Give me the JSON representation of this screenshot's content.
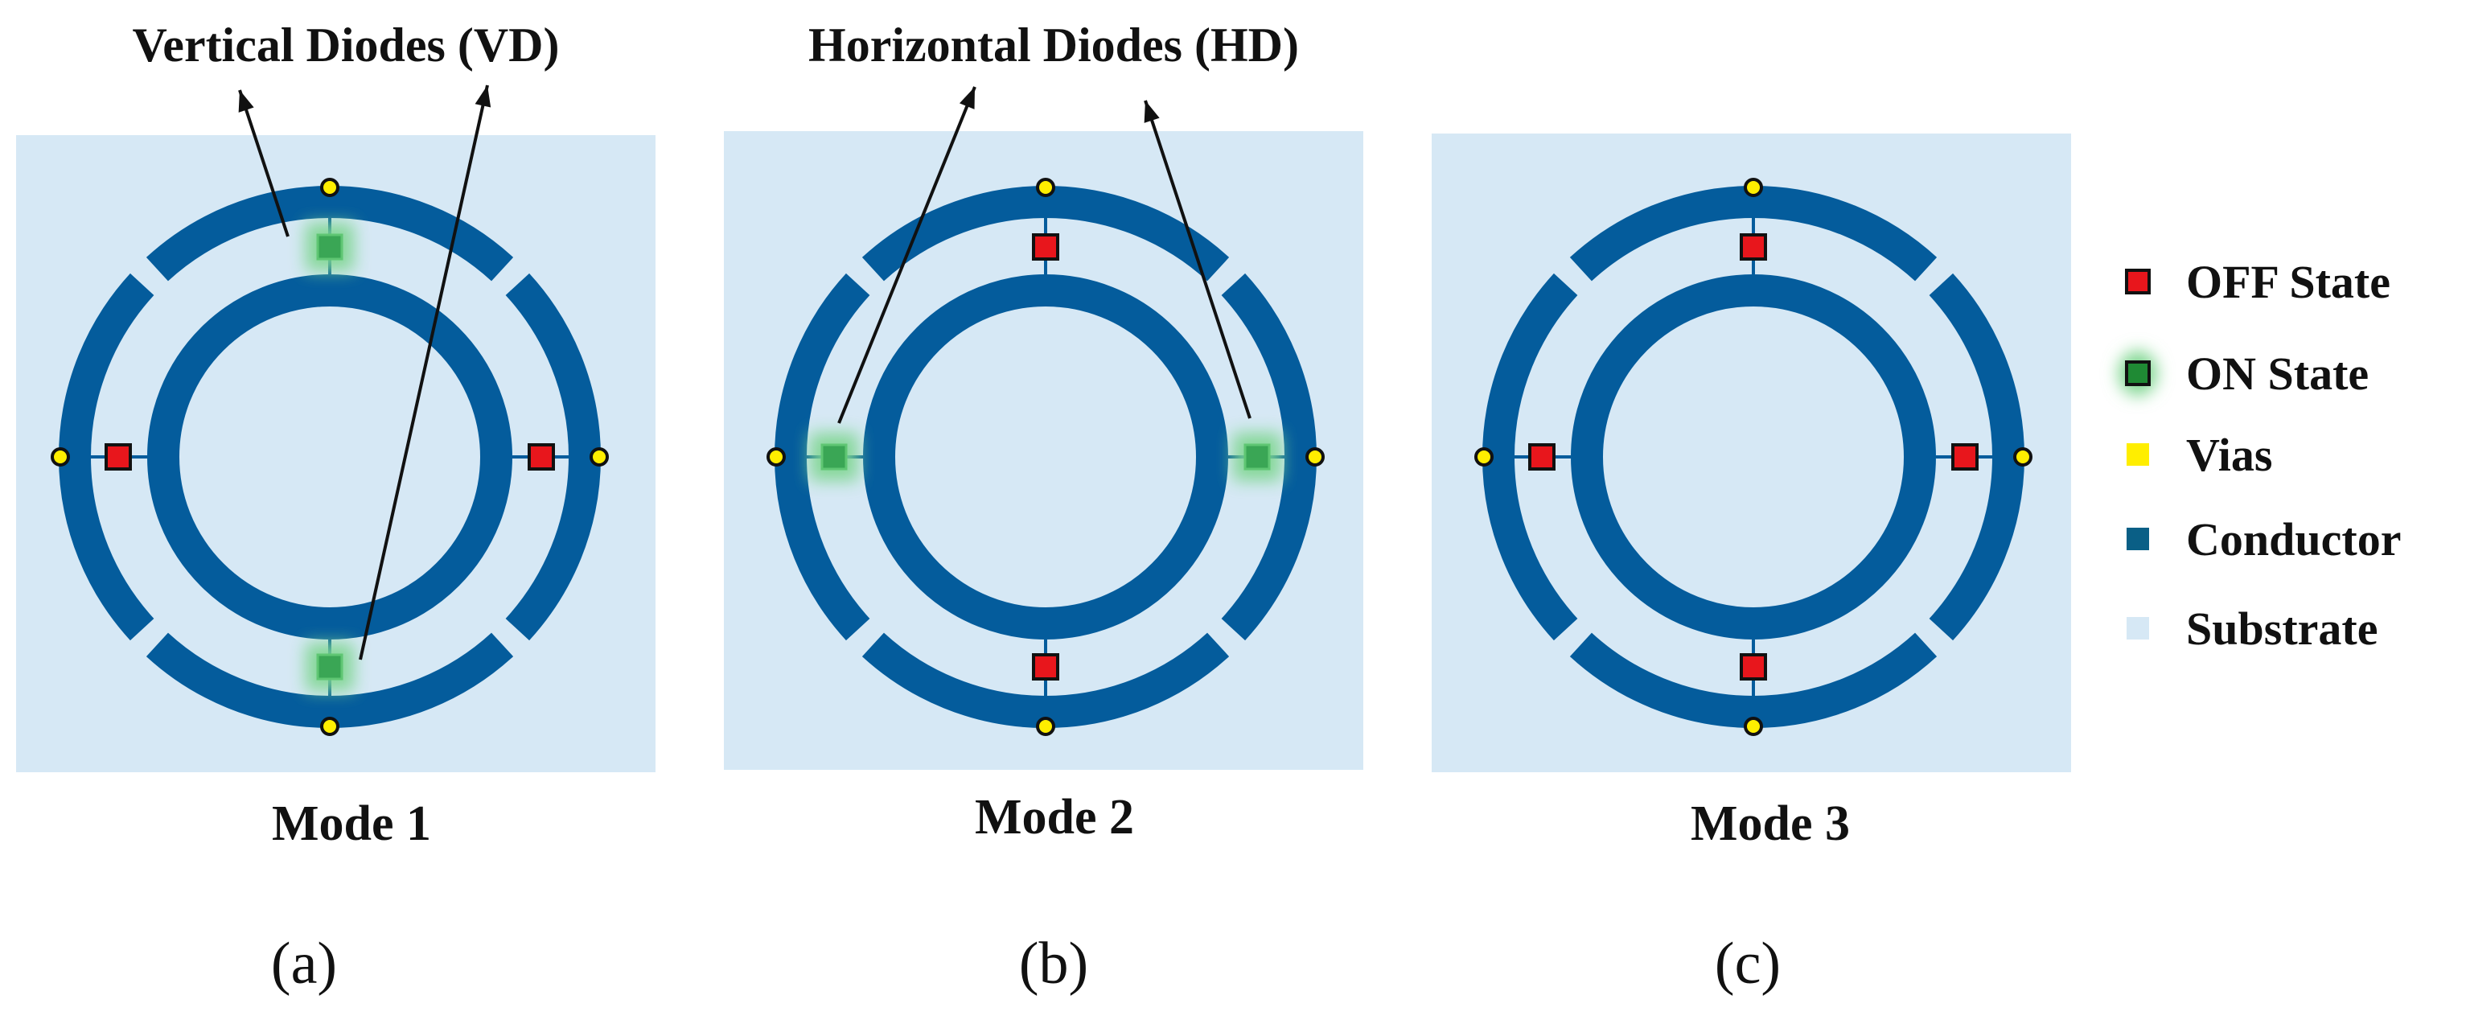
{
  "annotations": {
    "vertical": "Vertical Diodes (VD)",
    "horizontal": "Horizontal Diodes (HD)"
  },
  "panels": [
    {
      "mode": "Mode 1",
      "tag": "(a)",
      "diodes": {
        "top": "on",
        "bottom": "on",
        "left": "off",
        "right": "off"
      }
    },
    {
      "mode": "Mode 2",
      "tag": "(b)",
      "diodes": {
        "top": "off",
        "bottom": "off",
        "left": "on",
        "right": "on"
      }
    },
    {
      "mode": "Mode 3",
      "tag": "(c)",
      "diodes": {
        "top": "off",
        "bottom": "off",
        "left": "off",
        "right": "off"
      }
    }
  ],
  "legend": [
    {
      "label": "OFF State",
      "swatch": "off"
    },
    {
      "label": "ON State",
      "swatch": "on"
    },
    {
      "label": "Vias",
      "swatch": "via"
    },
    {
      "label": "Conductor",
      "swatch": "conductor"
    },
    {
      "label": "Substrate",
      "swatch": "substrate"
    }
  ],
  "colors": {
    "substrate": "#d6e8f5",
    "conductor": "#045c9c",
    "off": "#e8161c",
    "on": "#3aa655",
    "on_glow": "#7ed68f",
    "via": "#ffee00",
    "line": "#111111"
  }
}
